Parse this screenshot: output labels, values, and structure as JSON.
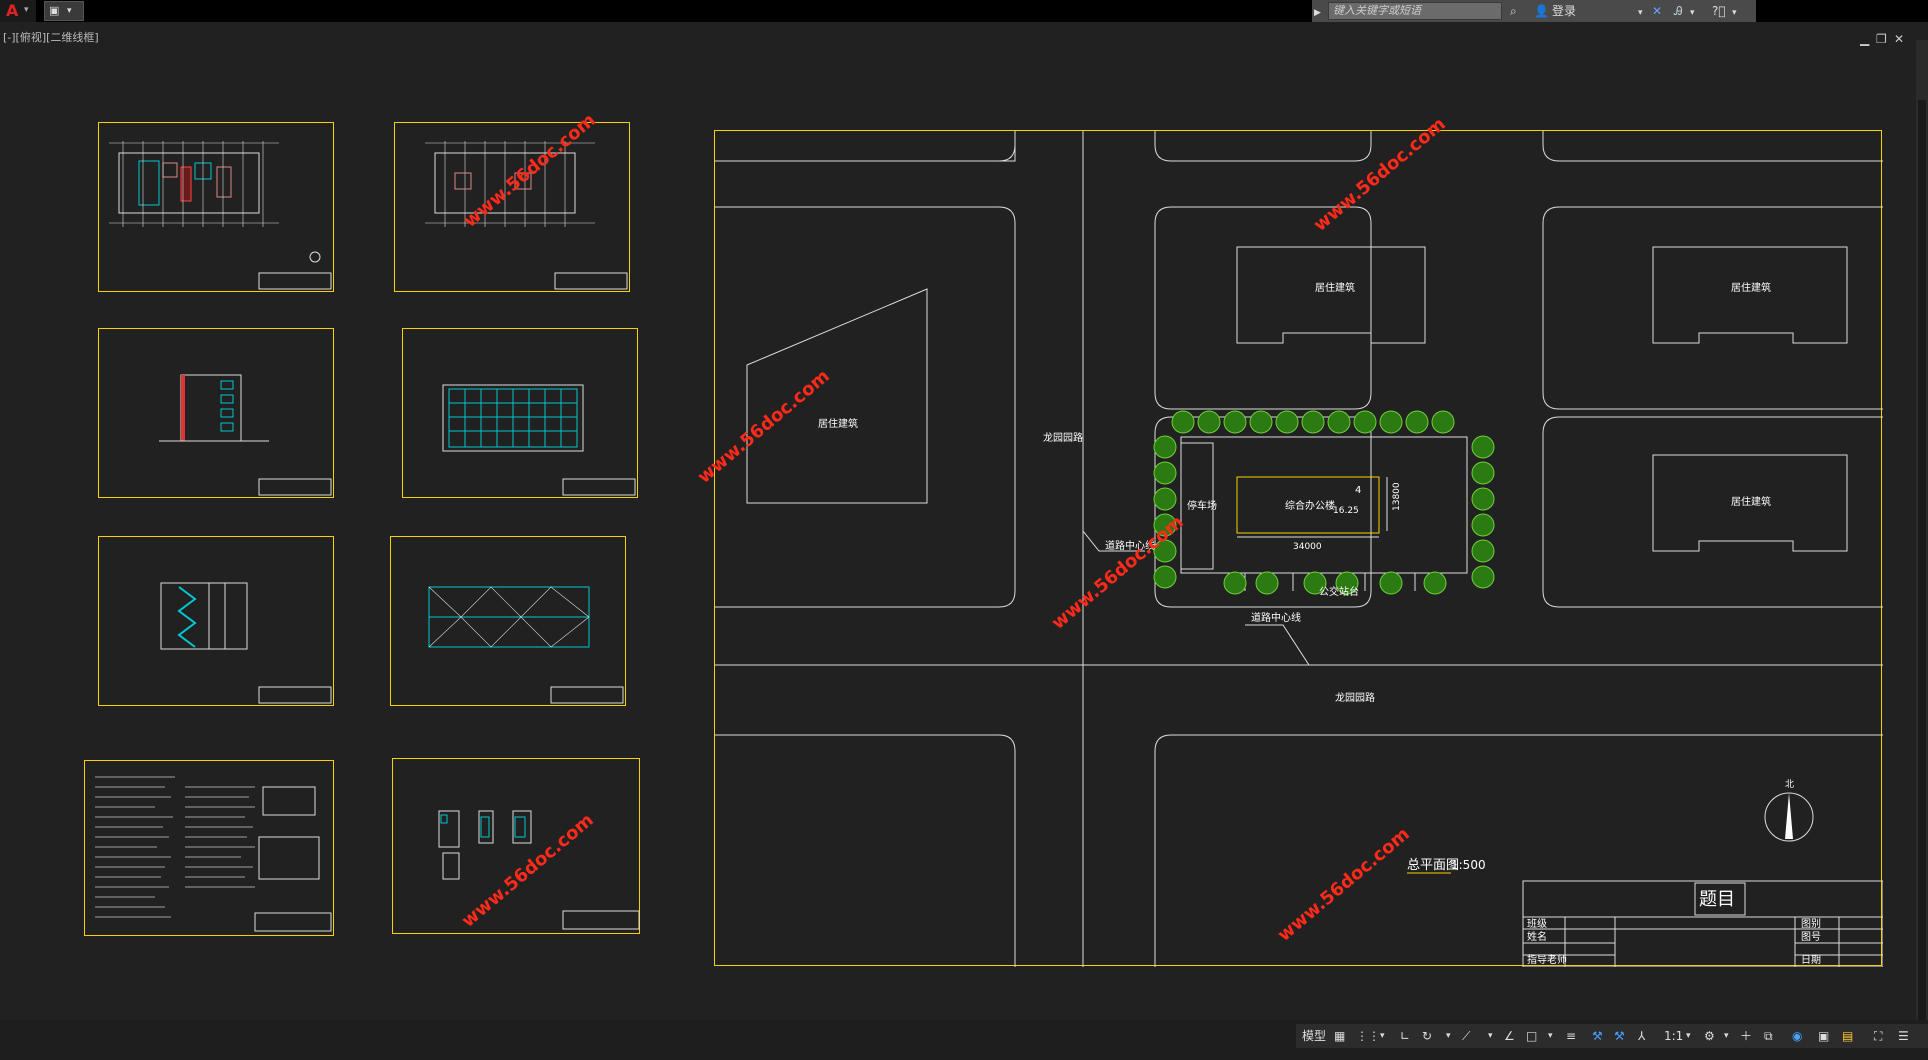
{
  "topbar": {
    "search_placeholder": "键入关键字或短语",
    "login_label": "登录"
  },
  "viewport": {
    "label": "[-][俯视][二维线框]"
  },
  "site_plan": {
    "building_left_top": "居住建筑",
    "building_right_top": "居住建筑",
    "building_left_mid": "居住建筑",
    "building_right_mid": "居住建筑",
    "road_vertical": "龙园园路",
    "road_horizontal": "龙园园路",
    "centerline_1": "道路中心线",
    "centerline_2": "道路中心线",
    "parking": "停车场",
    "main_building": "综合办公楼",
    "floors": "4",
    "elevation": "16.25",
    "dim_length": "34000",
    "dim_width": "13800",
    "bus_stop": "公交站台",
    "drawing_title": "总平面图",
    "scale": "1:500",
    "north": "北",
    "tb_topic": "题目",
    "tb_class": "班级",
    "tb_name": "姓名",
    "tb_teacher": "指导老师",
    "tb_drawing_type": "图别",
    "tb_drawing_no": "图号",
    "tb_date": "日期"
  },
  "watermarks": [
    "www.56doc.com",
    "www.56doc.com",
    "www.56doc.com",
    "www.56doc.com",
    "www.56doc.com",
    "www.56doc.com"
  ],
  "statusbar": {
    "model_label": "模型",
    "scale_label": "1:1"
  },
  "colors": {
    "sheet_border": "#ffd000",
    "cyan": "#00c8d0",
    "tree": "#3a8a1a",
    "watermark": "#ff2a1a"
  }
}
